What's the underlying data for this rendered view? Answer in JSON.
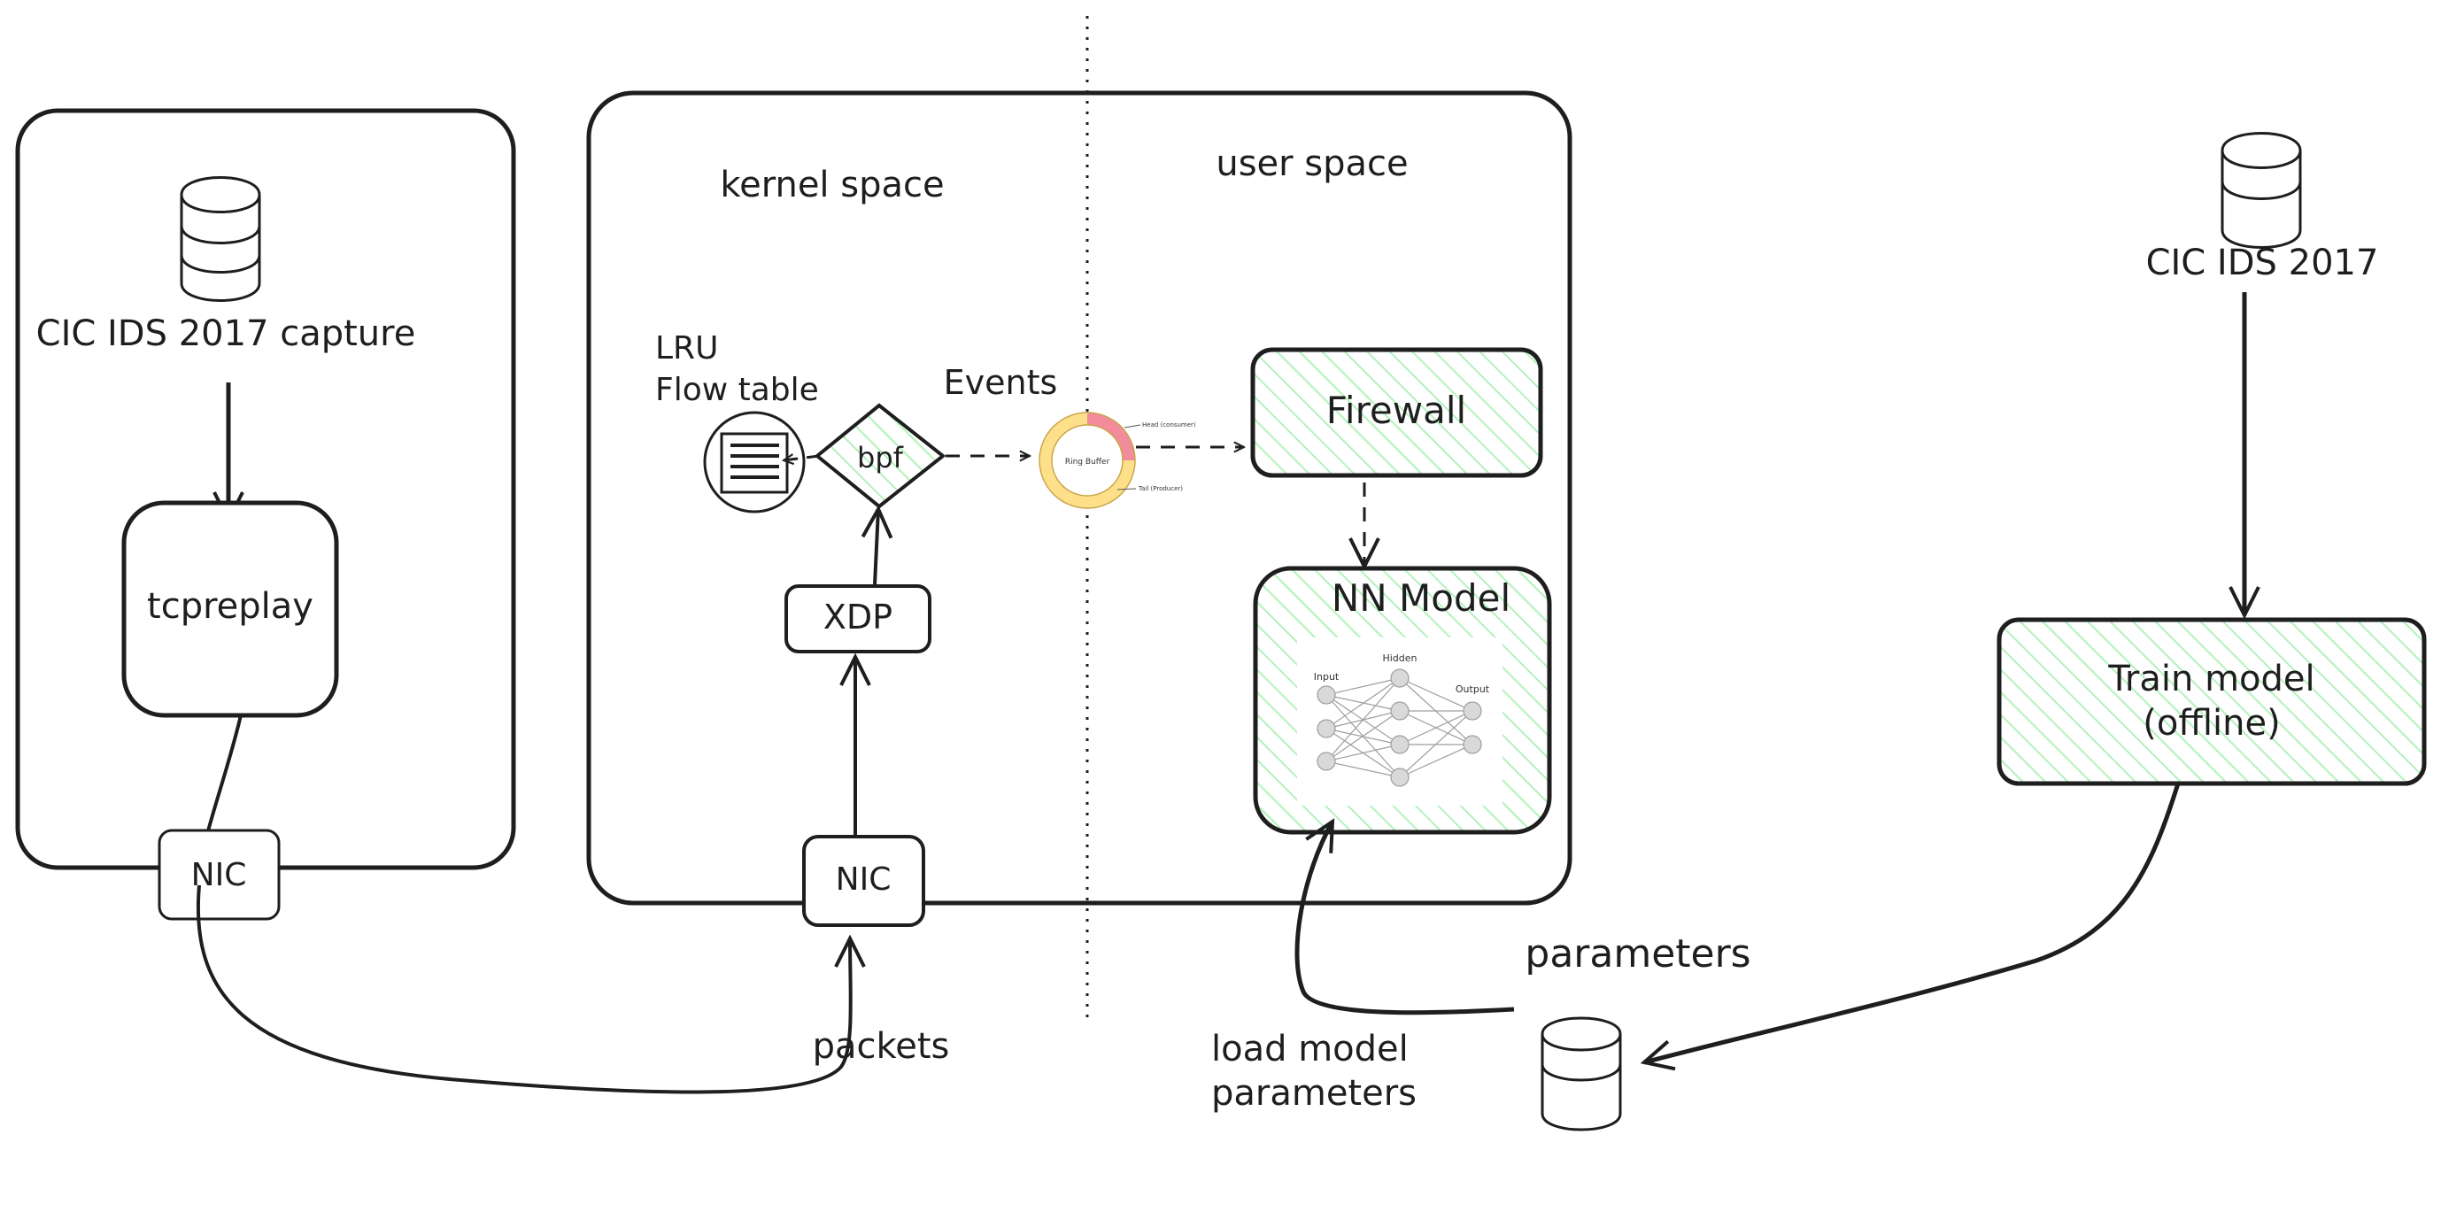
{
  "colors": {
    "stroke": "#1e1e1e",
    "hatch": "#b2f2bb",
    "ring_yellow": "#ffe08a",
    "ring_red": "#f28b9b",
    "node_gray": "#d9d9d9"
  },
  "left_machine": {
    "dataset_label": "CIC IDS 2017 capture",
    "replay_label": "tcpreplay",
    "nic_label": "NIC"
  },
  "middle_machine": {
    "kernel_label": "kernel space",
    "user_label": "user space",
    "flow_table_label_line1": "LRU",
    "flow_table_label_line2": "Flow table",
    "events_label": "Events",
    "bpf_label": "bpf",
    "xdp_label": "XDP",
    "nic_label": "NIC",
    "ring_buffer_label": "Ring Buffer",
    "ring_head_label": "Head (consumer)",
    "ring_tail_label": "Tail (Producer)",
    "firewall_label": "Firewall",
    "nn_model_label": "NN Model",
    "nn_layers": [
      "Input",
      "Hidden",
      "Output"
    ]
  },
  "right_side": {
    "dataset_label": "CIC IDS 2017",
    "train_label_line1": "Train model",
    "train_label_line2": "(offline)",
    "parameters_label": "parameters",
    "load_label_line1": "load model",
    "load_label_line2": "parameters"
  },
  "edges": {
    "packets_label": "packets"
  }
}
